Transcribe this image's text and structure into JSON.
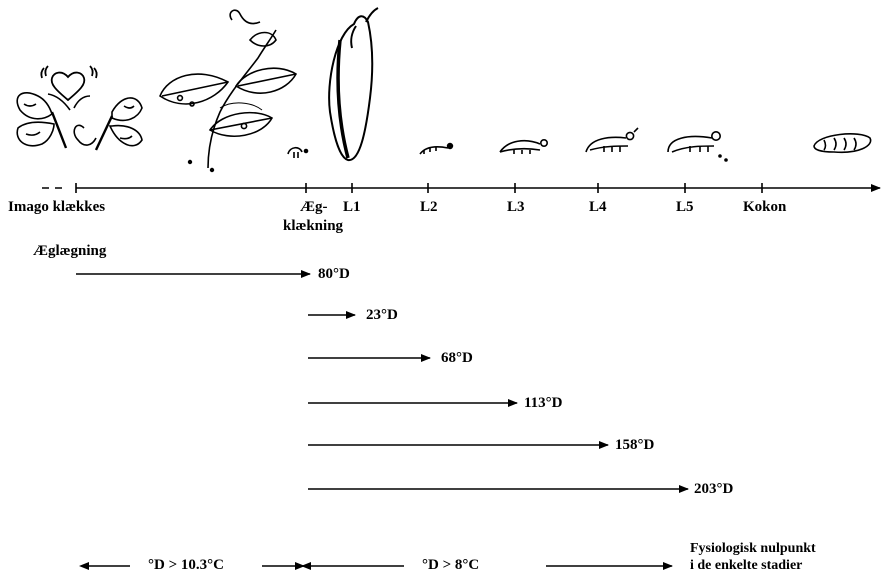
{
  "timeline": {
    "stages": [
      {
        "key": "imago",
        "label": "Imago klækkes"
      },
      {
        "key": "egg_hatch",
        "label_line1": "Æg-",
        "label_line2": "klækning"
      },
      {
        "key": "l1",
        "label": "L1"
      },
      {
        "key": "l2",
        "label": "L2"
      },
      {
        "key": "l3",
        "label": "L3"
      },
      {
        "key": "l4",
        "label": "L4"
      },
      {
        "key": "l5",
        "label": "L5"
      },
      {
        "key": "cocoon",
        "label": "Kokon"
      }
    ]
  },
  "egg_laying_label": "Æglægning",
  "degree_days": [
    {
      "from": "Æglægning",
      "to": "Æg-klækning",
      "label": "80°D"
    },
    {
      "from": "Æg-klækning",
      "to": "L1",
      "label": "23°D"
    },
    {
      "from": "Æg-klækning",
      "to": "L2",
      "label": "68°D"
    },
    {
      "from": "Æg-klækning",
      "to": "L3",
      "label": "113°D"
    },
    {
      "from": "Æg-klækning",
      "to": "L4",
      "label": "158°D"
    },
    {
      "from": "Æg-klækning",
      "to": "L5",
      "label": "203°D"
    }
  ],
  "thresholds": [
    {
      "label": "°D > 10.3°C"
    },
    {
      "label": "°D > 8°C"
    }
  ],
  "footnote": {
    "line1": "Fysiologisk nulpunkt",
    "line2": "i de enkelte stadier"
  },
  "illustrations": [
    "butterflies-illustration",
    "heart-icon",
    "pea-plant-illustration",
    "egg-icon",
    "pea-pod-illustration",
    "larva-l2-icon",
    "larva-l3-icon",
    "larva-l4-icon",
    "larva-l5-icon",
    "cocoon-icon"
  ]
}
